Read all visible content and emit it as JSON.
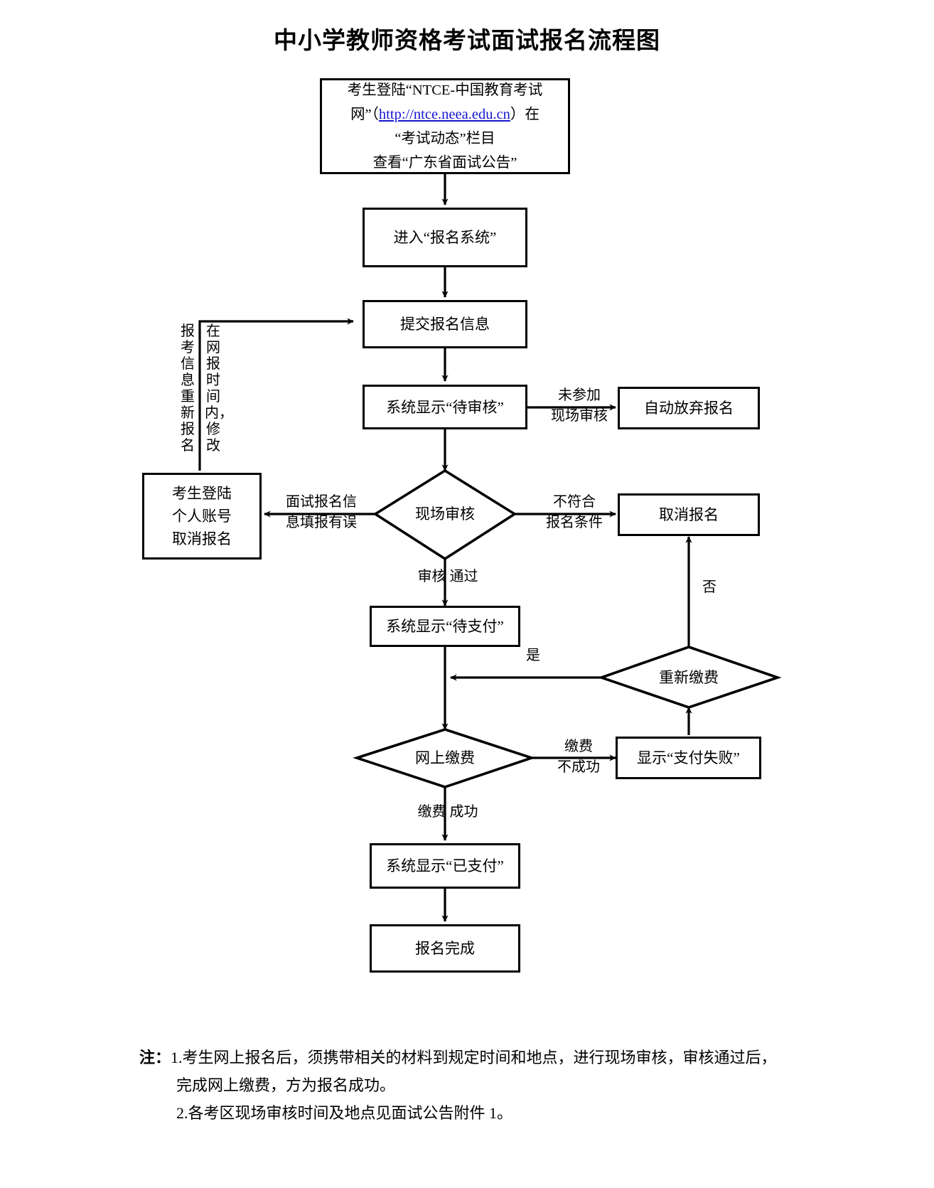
{
  "title": "中小学教师资格考试面试报名流程图",
  "colors": {
    "stroke": "#000000",
    "background": "#ffffff",
    "link": "#1414d2"
  },
  "nodes": {
    "start": {
      "shape": "rect",
      "line1": "考生登陆“NTCE-中国教育考试",
      "line2_pre": "网”（",
      "link": "http://ntce.neea.edu.cn",
      "line2_post": "）在",
      "line3": "“考试动态”栏目",
      "line4": "查看“广东省面试公告”"
    },
    "enter_system": {
      "shape": "rect",
      "label": "进入“报名系统”"
    },
    "submit_info": {
      "shape": "rect",
      "label": "提交报名信息"
    },
    "pending_review": {
      "shape": "rect",
      "label": "系统显示“待审核”"
    },
    "auto_abandon": {
      "shape": "rect",
      "label": "自动放弃报名"
    },
    "onsite_review": {
      "shape": "diamond",
      "label": "现场审核"
    },
    "candidate_cancel": {
      "shape": "rect",
      "line1": "考生登陆",
      "line2": "个人账号",
      "line3": "取消报名"
    },
    "cancel_reg": {
      "shape": "rect",
      "label": "取消报名"
    },
    "pending_pay": {
      "shape": "rect",
      "label": "系统显示“待支付”"
    },
    "repay": {
      "shape": "diamond",
      "label": "重新缴费"
    },
    "online_pay": {
      "shape": "diamond",
      "label": "网上缴费"
    },
    "pay_failed": {
      "shape": "rect",
      "label": "显示“支付失败”"
    },
    "paid": {
      "shape": "rect",
      "label": "系统显示“已支付”"
    },
    "done": {
      "shape": "rect",
      "label": "报名完成"
    }
  },
  "edge_labels": {
    "no_onsite": "未参加\n现场审核",
    "info_error": "面试报名信\n息填报有误",
    "not_qualified": "不符合\n报名条件",
    "review_pass": "审核  通过",
    "repay_no": "否",
    "repay_yes": "是",
    "pay_fail": "缴费\n不成功",
    "pay_success": "缴费  成功"
  },
  "vertical_labels": {
    "reapply": "报考信息重新报名",
    "modify_in_window": "在网报时间内，修改"
  },
  "notes": {
    "label": "注：",
    "items": [
      {
        "num": "1.",
        "line1": "考生网上报名后，须携带相关的材料到规定时间和地点，进行现场审核，审核通过后，",
        "line2": "完成网上缴费，方为报名成功。"
      },
      {
        "num": "2.",
        "line1": "各考区现场审核时间及地点见面试公告附件 1。",
        "line2": ""
      }
    ]
  }
}
